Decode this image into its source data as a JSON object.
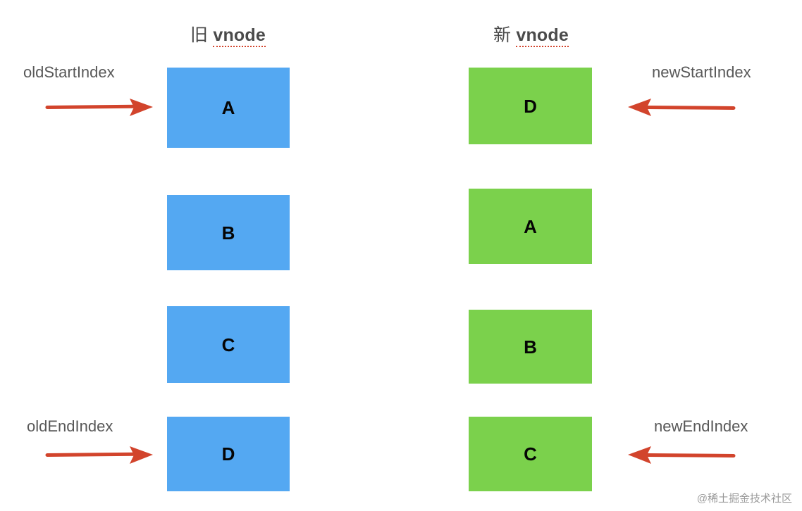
{
  "columns": {
    "old": {
      "cn": "旧",
      "en": "vnode"
    },
    "new": {
      "cn": "新",
      "en": "vnode"
    }
  },
  "colors": {
    "old_node": "#54a8f2",
    "new_node": "#7bd14c",
    "arrow": "#d2442c",
    "label_text": "#585858",
    "title_text": "#4a4a4a",
    "node_letter": "#050505",
    "background": "#ffffff",
    "watermark": "#9a9a9a"
  },
  "old_nodes": [
    {
      "letter": "A"
    },
    {
      "letter": "B"
    },
    {
      "letter": "C"
    },
    {
      "letter": "D"
    }
  ],
  "new_nodes": [
    {
      "letter": "D"
    },
    {
      "letter": "A"
    },
    {
      "letter": "B"
    },
    {
      "letter": "C"
    }
  ],
  "pointers": {
    "old_start": {
      "label": "oldStartIndex",
      "direction": "right"
    },
    "old_end": {
      "label": "oldEndIndex",
      "direction": "right"
    },
    "new_start": {
      "label": "newStartIndex",
      "direction": "left"
    },
    "new_end": {
      "label": "newEndIndex",
      "direction": "left"
    }
  },
  "watermark": {
    "text": "@稀土掘金技术社区"
  }
}
